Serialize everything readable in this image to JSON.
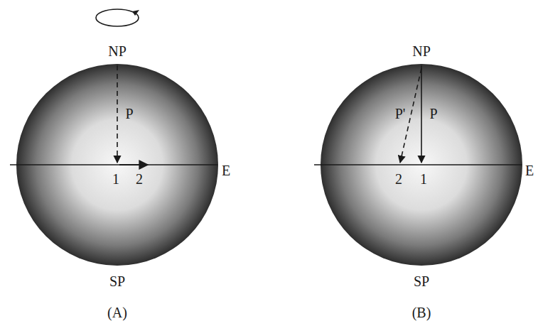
{
  "diagram": {
    "labels": [
      "NP",
      "P",
      "1",
      "2",
      "E",
      "SP",
      "(A)",
      "NP",
      "P'",
      "P",
      "2",
      "1",
      "E",
      "SP",
      "(B)"
    ]
  }
}
